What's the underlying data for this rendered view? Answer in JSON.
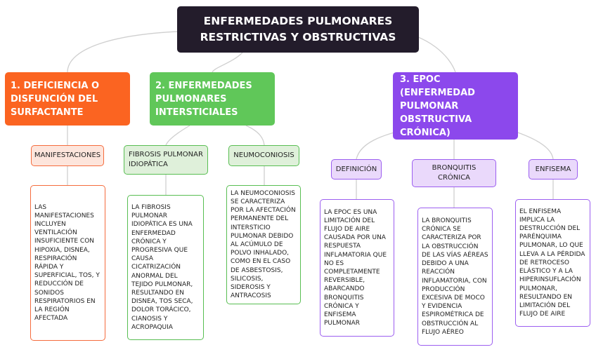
{
  "title": "ENFERMEDADES PULMONARES RESTRICTIVAS Y OBSTRUCTIVAS",
  "categories": [
    {
      "label": "1. DEFICIENCIA O DISFUNCIÓN DEL SURFACTANTE",
      "color": "#fb6421",
      "topics": [
        {
          "label": "MANIFESTACIONES",
          "detail": "LAS MANIFESTACIONES INCLUYEN VENTILACIÓN INSUFICIENTE CON HIPOXIA, DISNEA, RESPIRACIÓN RÁPIDA Y SUPERFICIAL, TOS, Y REDUCCIÓN DE SONIDOS RESPIRATORIOS EN LA REGIÓN AFECTADA"
        }
      ]
    },
    {
      "label": "2. ENFERMEDADES PULMONARES INTERSTICIALES",
      "color": "#60c759",
      "topics": [
        {
          "label": "FIBROSIS PULMONAR IDIOPÁTICA",
          "detail": "LA FIBROSIS PULMONAR IDIOPÁTICA ES UNA ENFERMEDAD CRÓNICA Y PROGRESIVA QUE CAUSA CICATRIZACIÓN ANORMAL DEL TEJIDO PULMONAR, RESULTANDO EN DISNEA, TOS SECA, DOLOR TORÁCICO, CIANOSIS Y ACROPAQUIA"
        },
        {
          "label": "NEUMOCONIOSIS",
          "detail": "LA NEUMOCONIOSIS SE CARACTERIZA POR LA AFECTACIÓN PERMANENTE DEL INTERSTICIO PULMONAR DEBIDO AL ACÚMULO DE POLVO INHALADO, COMO EN EL CASO DE ASBESTOSIS, SILICOSIS, SIDEROSIS Y ANTRACOSIS"
        }
      ]
    },
    {
      "label": "3. EPOC (ENFERMEDAD PULMONAR OBSTRUCTIVA CRÓNICA)",
      "color": "#8c48ec",
      "topics": [
        {
          "label": "DEFINICIÓN",
          "detail": "LA EPOC ES UNA LIMITACIÓN DEL FLUJO DE AIRE CAUSADA POR UNA RESPUESTA INFLAMATORIA QUE NO ES COMPLETAMENTE REVERSIBLE, ABARCANDO BRONQUITIS CRÓNICA Y ENFISEMA PULMONAR"
        },
        {
          "label": "BRONQUITIS CRÓNICA",
          "detail": "LA BRONQUITIS CRÓNICA SE CARACTERIZA POR LA OBSTRUCCIÓN DE LAS VÍAS AÉREAS DEBIDO A UNA REACCIÓN INFLAMATORIA, CON PRODUCCIÓN EXCESIVA DE MOCO Y EVIDENCIA ESPIROMÉTRICA DE OBSTRUCCIÓN AL FLUJO AÉREO"
        },
        {
          "label": "ENFISEMA",
          "detail": "EL ENFISEMA IMPLICA LA DESTRUCCIÓN DEL PARÉNQUIMA PULMONAR, LO QUE LLEVA A LA PÉRDIDA DE RETROCESO ELÁSTICO Y A LA HIPERINSUFLACIÓN PULMONAR, RESULTANDO EN LIMITACIÓN DEL FLUJO DE AIRE"
        }
      ]
    }
  ]
}
